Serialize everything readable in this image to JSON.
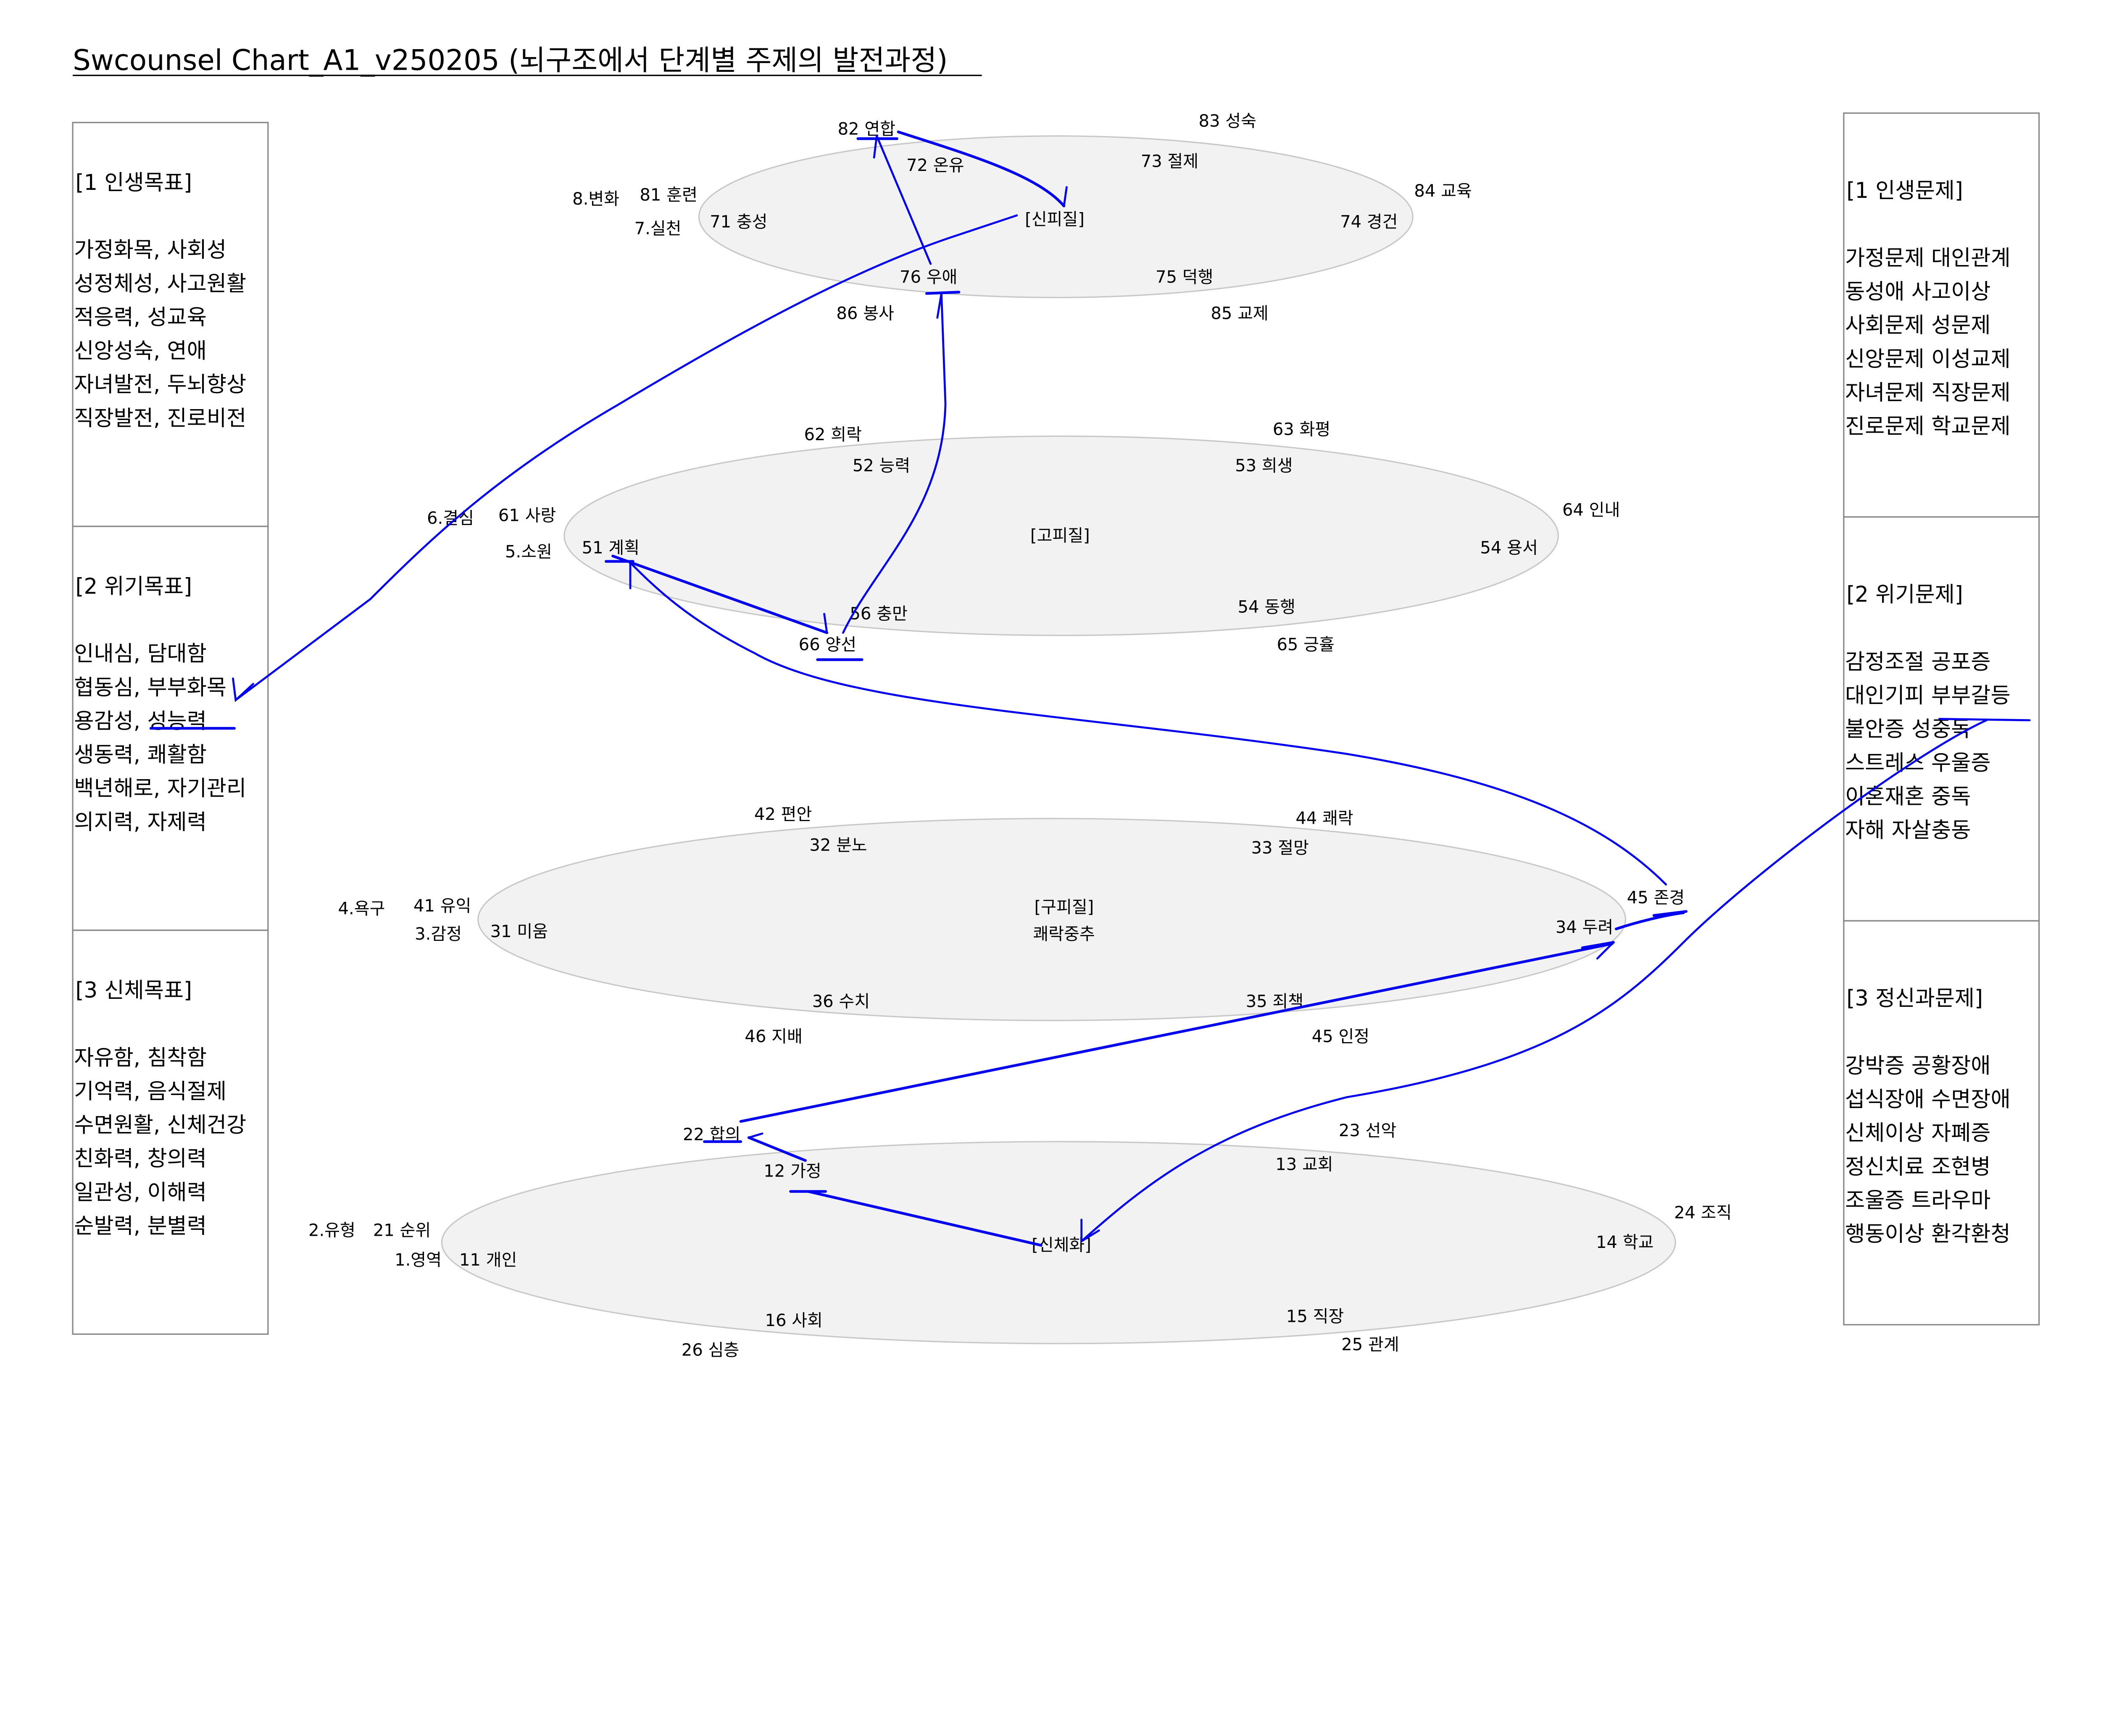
{
  "title": "Swcounsel Chart_A1_v250205 (뇌구조에서 단계별 주제의 발전과정)",
  "left_panels": [
    {
      "heading": "[1 인생목표]",
      "lines": [
        "가정화목, 사회성",
        "성정체성, 사고원활",
        "적응력, 성교육",
        "신앙성숙, 연애",
        "자녀발전, 두뇌향상",
        "직장발전, 진로비전"
      ]
    },
    {
      "heading": "[2 위기목표]",
      "lines": [
        "인내심, 담대함",
        "협동심, 부부화목",
        "용감성, 성능력",
        "생동력, 쾌활함",
        "백년해로, 자기관리",
        "의지력, 자제력"
      ]
    },
    {
      "heading": "[3 신체목표]",
      "lines": [
        "자유함, 침착함",
        "기억력, 음식절제",
        "수면원활, 신체건강",
        "친화력, 창의력",
        "일관성, 이해력",
        "순발력, 분별력"
      ]
    }
  ],
  "right_panels": [
    {
      "heading": "[1 인생문제]",
      "lines": [
        "가정문제  대인관계",
        "동성애  사고이상",
        "사회문제  성문제",
        "신앙문제  이성교제",
        "자녀문제  직장문제",
        "진로문제  학교문제"
      ]
    },
    {
      "heading": "[2 위기문제]",
      "lines": [
        "감정조절  공포증",
        "대인기피  부부갈등",
        "불안증  성중독",
        "스트레스  우울증",
        "이혼재혼  중독",
        "자해  자살충동"
      ]
    },
    {
      "heading": "[3 정신과문제]",
      "lines": [
        "강박증  공황장애",
        "섭식장애  수면장애",
        "신체이상  자폐증",
        "정신치료  조현병",
        "조울증  트라우마",
        "행동이상  환각환청"
      ]
    }
  ],
  "layers": [
    {
      "name": "신피질",
      "labels": [
        "82 연합",
        "83 성숙",
        "72 온유",
        "73 절제",
        "8.변화",
        "81 훈련",
        "84 교육",
        "7.실천",
        "71 충성",
        "[신피질]",
        "74 경건",
        "76 우애",
        "75 덕행",
        "86 봉사",
        "85 교제"
      ]
    },
    {
      "name": "고피질",
      "labels": [
        "62 희락",
        "63 화평",
        "52 능력",
        "53 희생",
        "64 인내",
        "6.결심",
        "61 사랑",
        "[고피질]",
        "5.소원",
        "51 계획",
        "54 용서",
        "56 충만",
        "54 동행",
        "66 양선",
        "65 긍휼"
      ]
    },
    {
      "name": "구피질",
      "labels": [
        "42 편안",
        "44 쾌락",
        "32 분노",
        "33 절망",
        "4.욕구",
        "41 유익",
        "[구피질]",
        "45 존경",
        "3.감정",
        "31 미움",
        "쾌락중추",
        "34 두려",
        "36 수치",
        "35 죄책",
        "46 지배",
        "45 인정"
      ]
    },
    {
      "name": "신체화",
      "labels": [
        "23 선악",
        "22 합의",
        "13 교회",
        "12 가정",
        "24 조직",
        "2.유형",
        "21 순위",
        "[신체화]",
        "14 학교",
        "1.영역",
        "11 개인",
        "16 사회",
        "15 직장",
        "25 관계",
        "26 심층"
      ]
    }
  ],
  "colors": {
    "annotation": "#0000ee",
    "ellipse_fill": "#f2f2f2",
    "ellipse_stroke": "#c8c8c8"
  }
}
